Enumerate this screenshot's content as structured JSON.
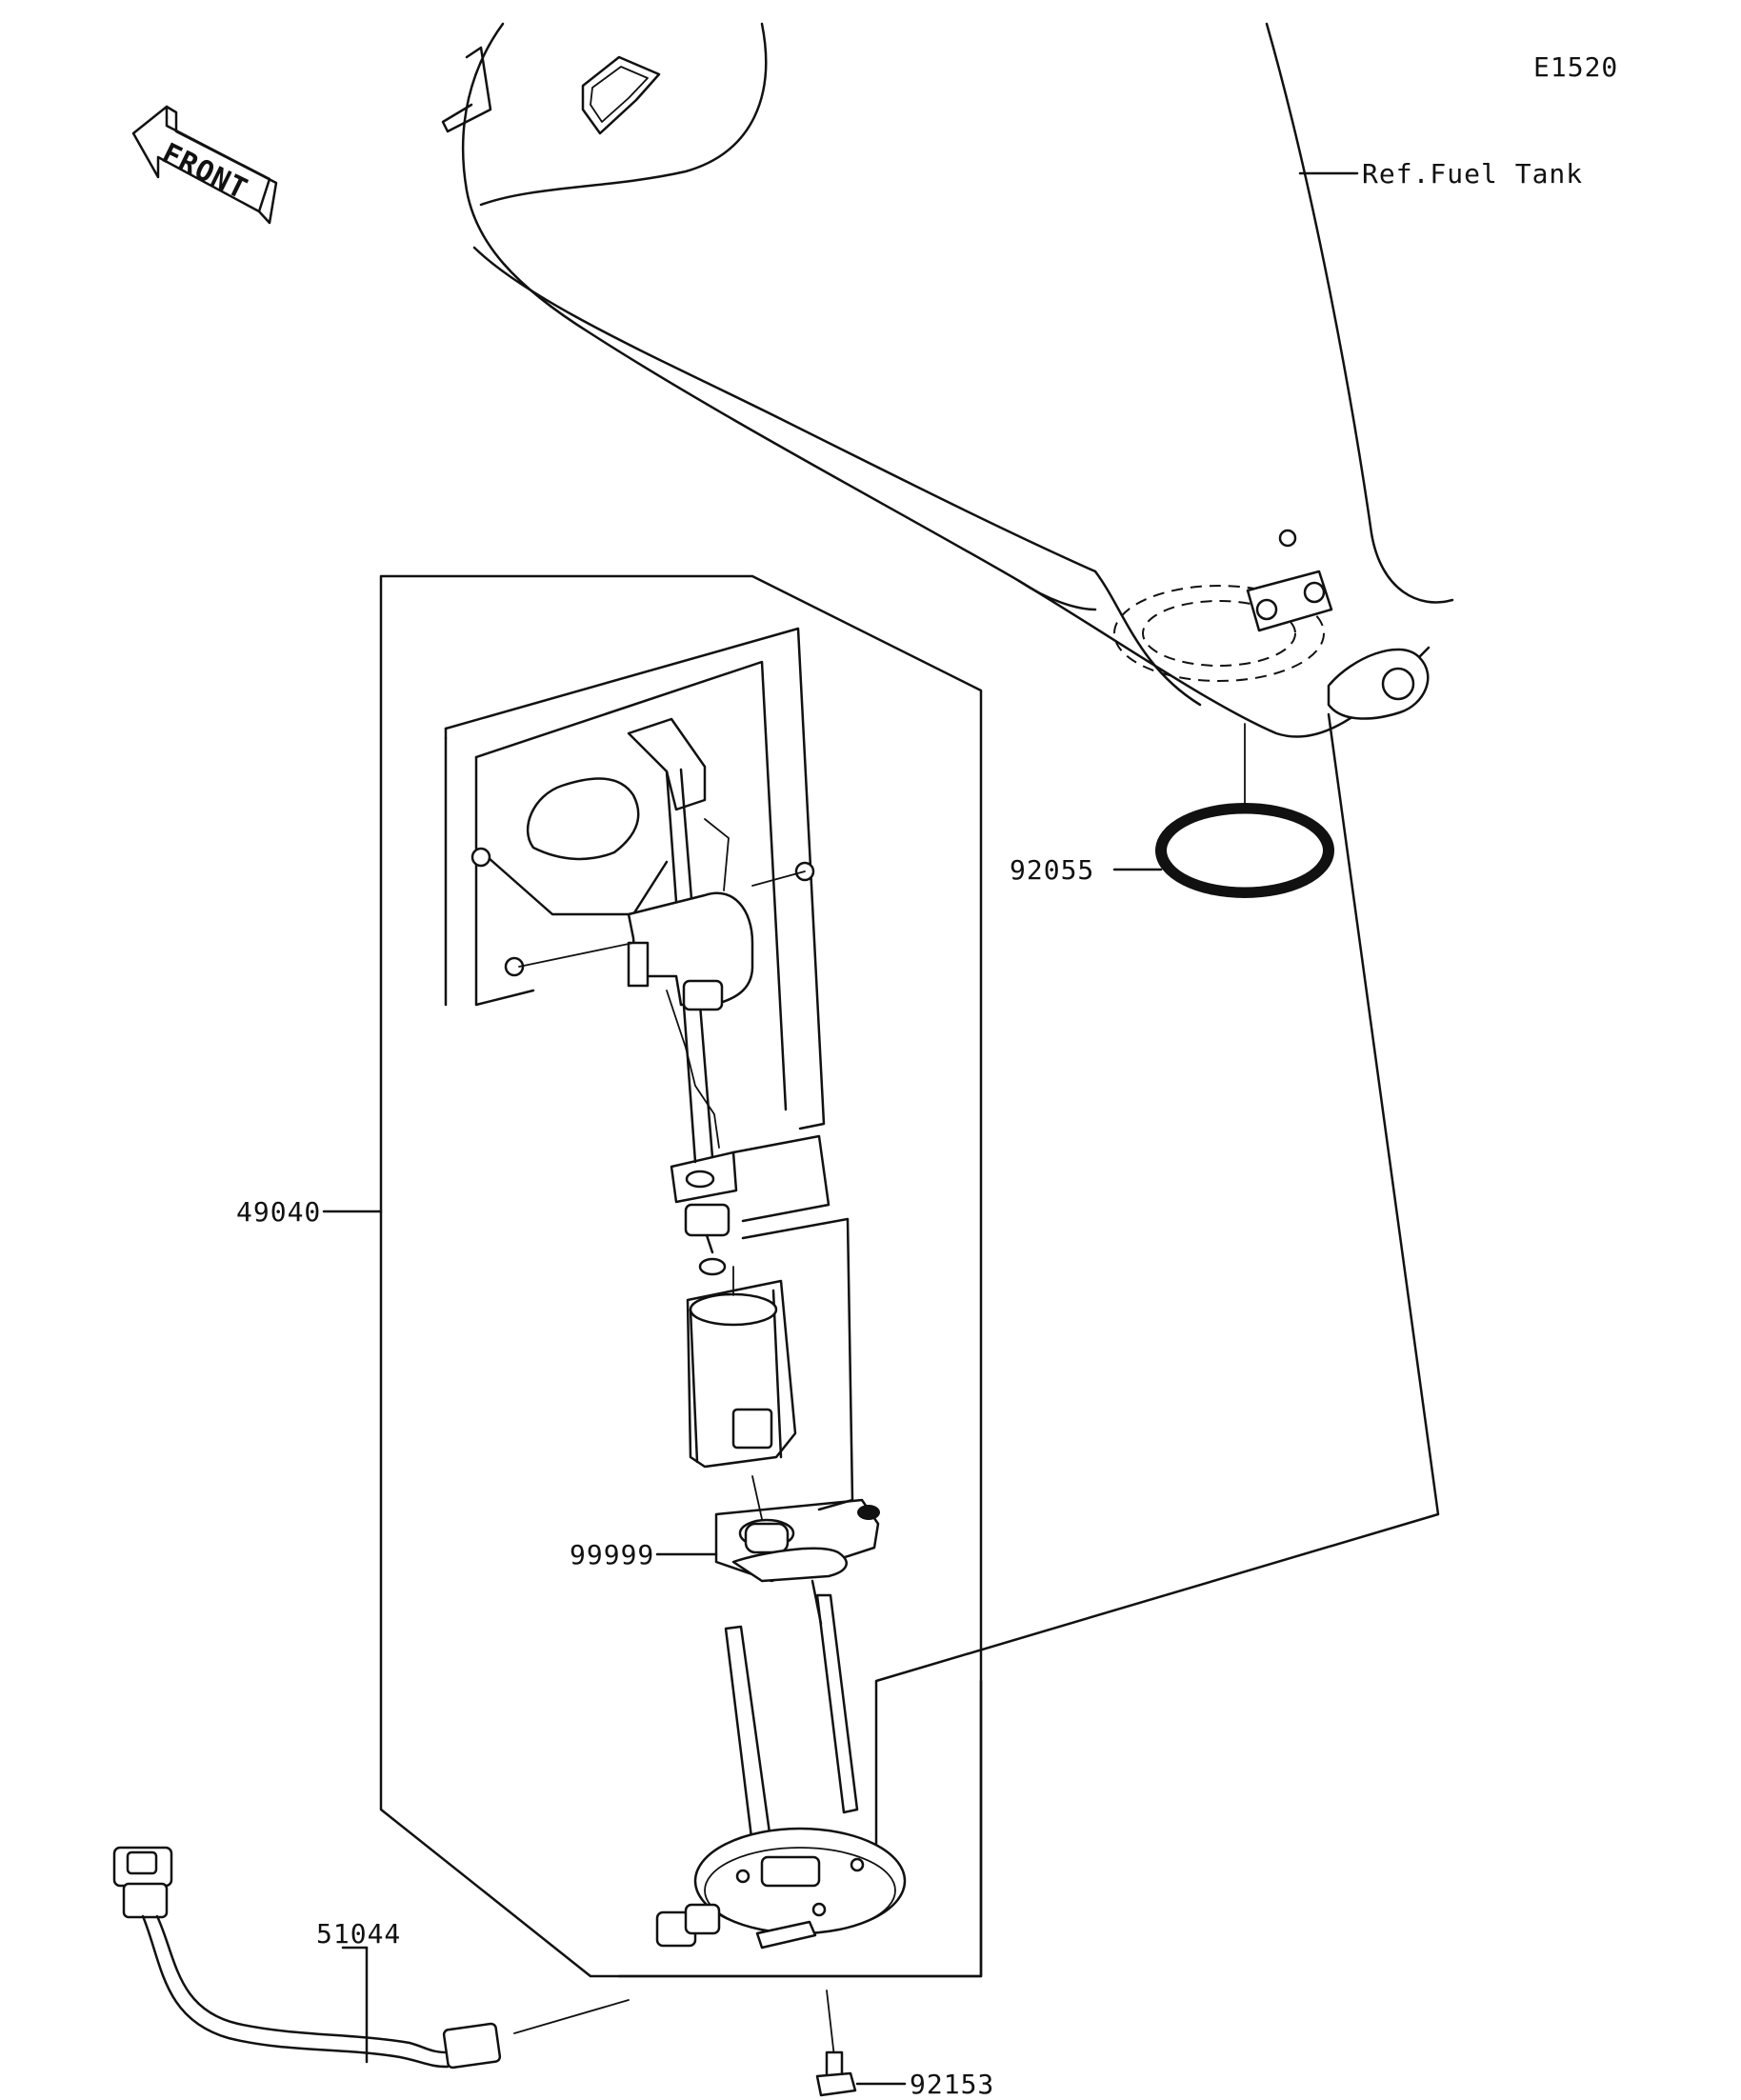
{
  "diagram": {
    "code": "E1520",
    "front_label": "FRONT",
    "ref_label": "Ref.Fuel Tank",
    "parts": [
      {
        "number": "92055"
      },
      {
        "number": "49040"
      },
      {
        "number": "99999"
      },
      {
        "number": "51044"
      },
      {
        "number": "92153"
      }
    ]
  }
}
